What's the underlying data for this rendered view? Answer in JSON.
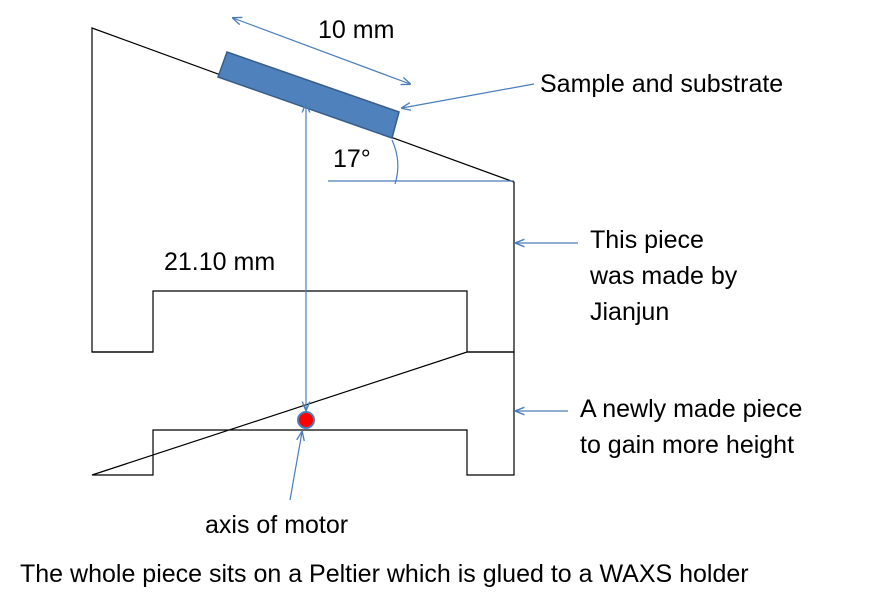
{
  "labels": {
    "width_dim": "10 mm",
    "sample": "Sample and substrate",
    "angle": "17°",
    "height_dim": "21.10 mm",
    "upper_piece": [
      "This piece",
      "was made by",
      "Jianjun"
    ],
    "lower_piece": [
      "A newly made piece",
      "to gain more height"
    ],
    "axis": "axis of motor",
    "caption": "The whole piece sits on a Peltier which is glued to a WAXS holder"
  },
  "colors": {
    "outline": "#000000",
    "annotation": "#4a7ebb",
    "sample_fill": "#4f81bd",
    "sample_stroke": "#385d8a",
    "axis_dot": "#ff0000"
  }
}
